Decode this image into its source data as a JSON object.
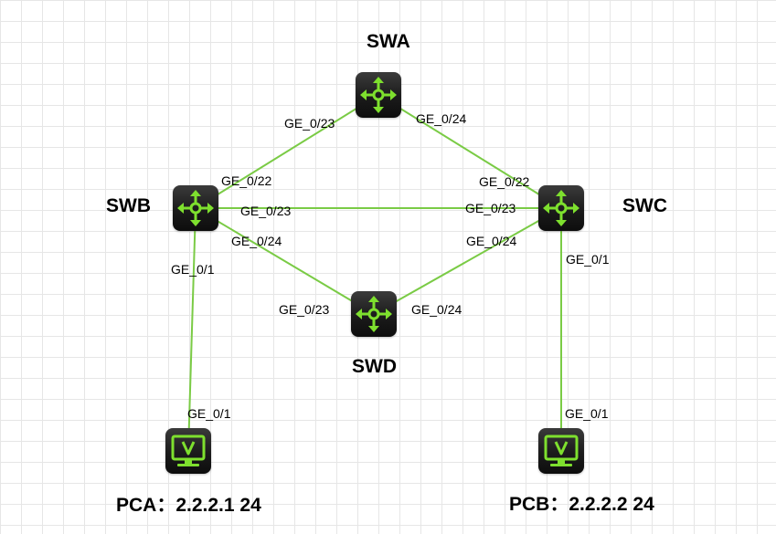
{
  "devices": {
    "swa": {
      "label": "SWA",
      "icon": "switch-arrows-icon"
    },
    "swb": {
      "label": "SWB",
      "icon": "switch-arrows-icon"
    },
    "swc": {
      "label": "SWC",
      "icon": "switch-arrows-icon"
    },
    "swd": {
      "label": "SWD",
      "icon": "switch-arrows-icon"
    },
    "pca": {
      "label": "PCA：2.2.2.1 24",
      "icon": "monitor-icon"
    },
    "pcb": {
      "label": "PCB：2.2.2.2 24",
      "icon": "monitor-icon"
    }
  },
  "ports": {
    "swa_to_swb": "GE_0/23",
    "swa_to_swc": "GE_0/24",
    "swb_to_swa": "GE_0/22",
    "swb_to_swc": "GE_0/23",
    "swb_to_swd": "GE_0/24",
    "swb_to_pca": "GE_0/1",
    "swc_to_swa": "GE_0/22",
    "swc_to_swb": "GE_0/23",
    "swc_to_swd": "GE_0/24",
    "swc_to_pcb": "GE_0/1",
    "swd_to_swb": "GE_0/23",
    "swd_to_swc": "GE_0/24",
    "pca_to_swb": "GE_0/1",
    "pcb_to_swc": "GE_0/1"
  },
  "colors": {
    "link": "#7acb45",
    "icon_green": "#7ee02e",
    "device_body": "#1b1b1b",
    "grid": "#e6e6e6"
  }
}
